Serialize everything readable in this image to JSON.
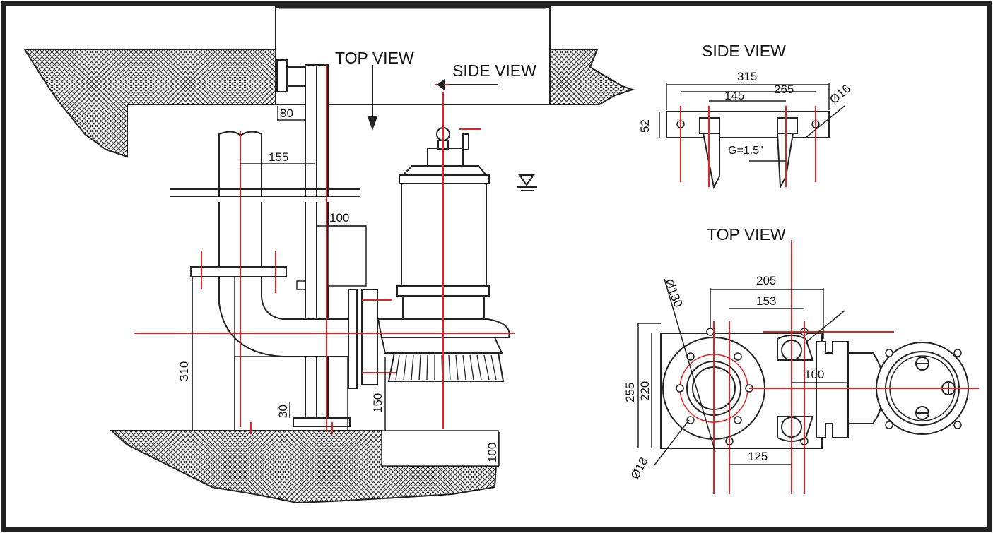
{
  "colors": {
    "line": "#1a1a1a",
    "centerline": "#e32222",
    "hatch": "#333333",
    "background": "#ffffff"
  },
  "left_view": {
    "labels": {
      "top_view_arrow": "TOP VIEW",
      "side_view_arrow": "SIDE VIEW"
    },
    "dims": {
      "cover_offset": "80",
      "pipe_spacing": "155",
      "guide_offset": "100",
      "outlet_height": "310",
      "base_plate": "30",
      "inlet_height": "150",
      "floor_thickness": "100"
    }
  },
  "side_view": {
    "title": "SIDE VIEW",
    "dims": {
      "overall_width": "315",
      "hole_spacing": "265",
      "rail_spacing": "145",
      "hole_dia": "Ø16",
      "height": "52",
      "thread": "G=1.5\""
    }
  },
  "top_view": {
    "title": "TOP VIEW",
    "dims": {
      "flange_width": "205",
      "rail_centers": "153",
      "flange_dia": "Ø130",
      "overall_height": "255",
      "bolt_spacing": "220",
      "rail_offset": "100",
      "hole_offset": "125",
      "bolt_hole_dia": "Ø18"
    }
  }
}
